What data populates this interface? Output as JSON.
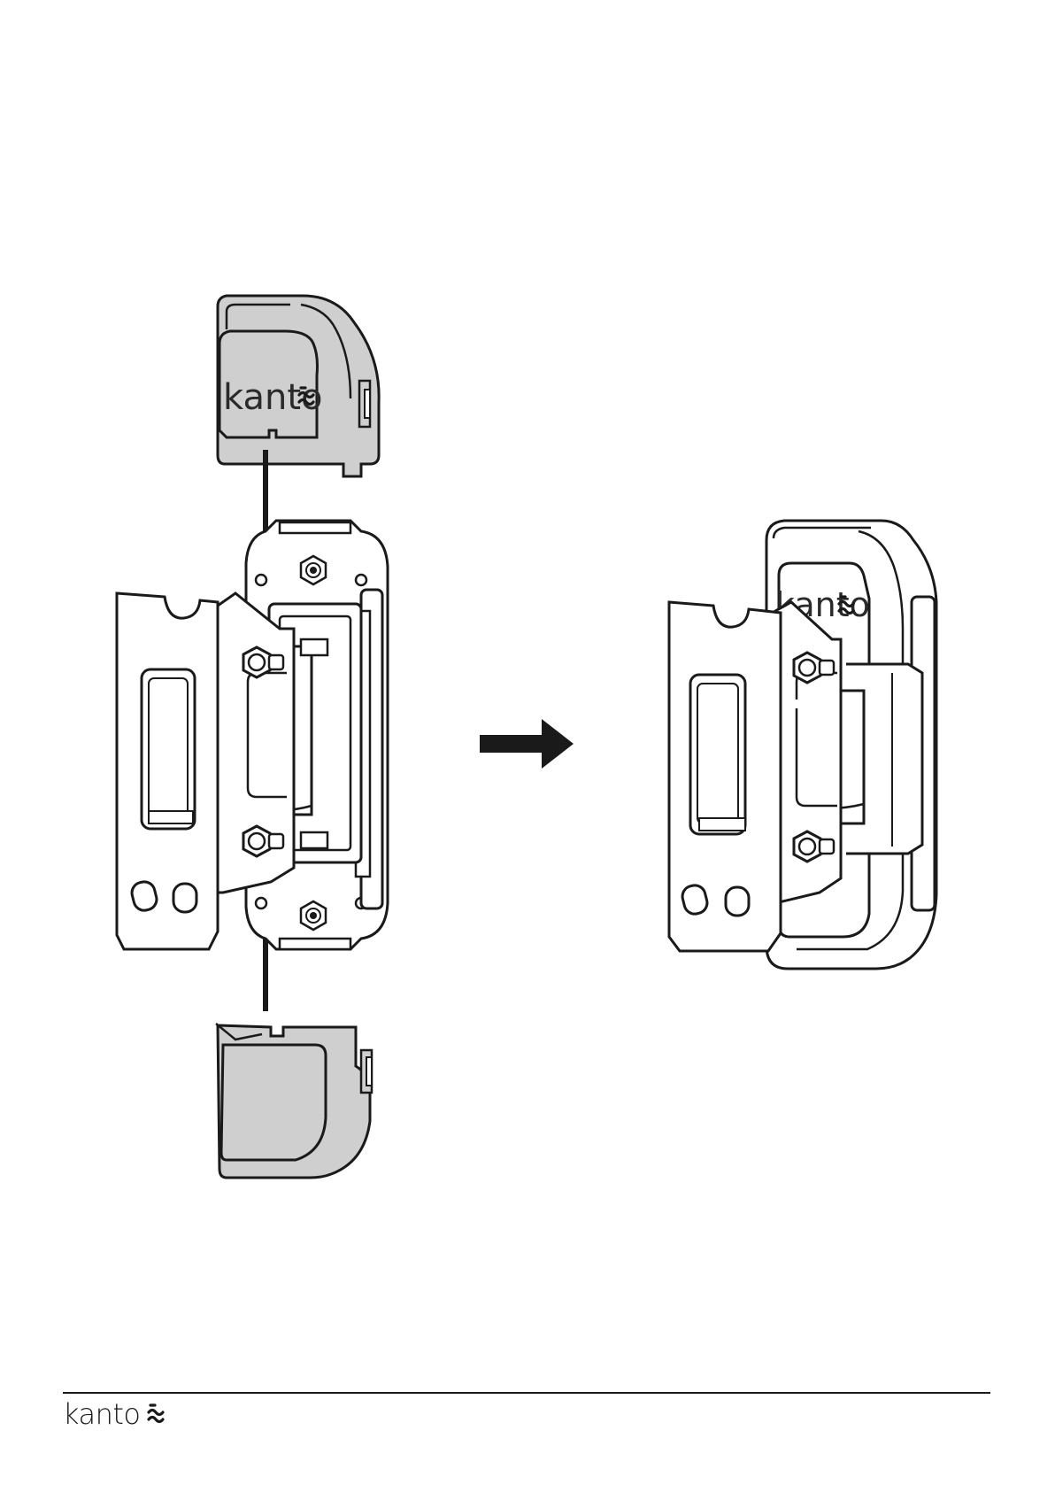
{
  "brand": {
    "name": "kanto"
  },
  "covers": {
    "top_cover_logo": "kanto",
    "assembled_cover_logo": "kanto"
  },
  "icons": {
    "step_arrow": "right-arrow-icon",
    "insert_arrow": "insert-arrow-icon",
    "brand_mark": "kanto-mark-icon"
  },
  "colors": {
    "cover_fill": "#cfcfcf",
    "line": "#1a1a1a",
    "background": "#ffffff"
  }
}
